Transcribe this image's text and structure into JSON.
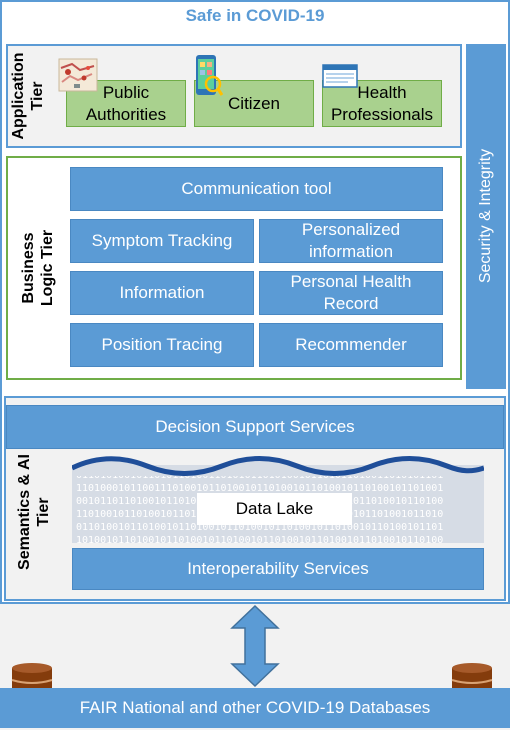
{
  "title": "Safe in COVID-19",
  "application_tier": {
    "label": "Application\nTier",
    "items": [
      {
        "label": "Public\nAuthorities",
        "icon": "city-map-icon"
      },
      {
        "label": "Citizen",
        "icon": "smartphone-icon"
      },
      {
        "label": "Health\nProfessionals",
        "icon": "health-record-icon"
      }
    ]
  },
  "business_tier": {
    "label": "Business\nLogic Tier",
    "communication": "Communication tool",
    "items": [
      "Symptom Tracking",
      "Personalized\ninformation",
      "Information",
      "Personal Health\nRecord",
      "Position Tracing",
      "Recommender"
    ]
  },
  "security": "Security & Integrity",
  "semantics_tier": {
    "label": "Semantics & AI\nTier",
    "decision": "Decision Support Services",
    "data_lake": "Data Lake",
    "interoperability": "Interoperability Services"
  },
  "databases": "FAIR National and other COVID-19 Databases",
  "colors": {
    "blue": "#5b9bd5",
    "green_fill": "#a9d18e",
    "green_border": "#70ad47",
    "database_brown": "#843c0c"
  }
}
